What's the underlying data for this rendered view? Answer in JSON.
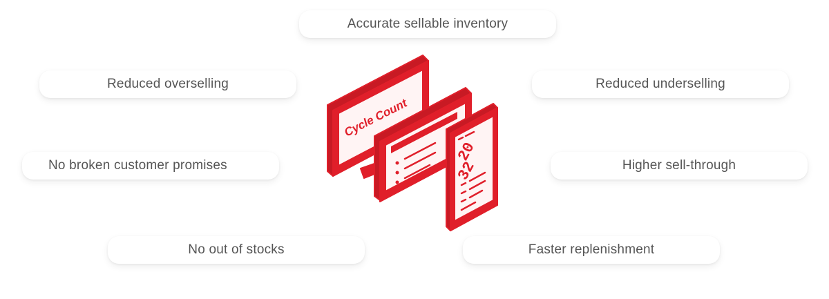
{
  "benefits": {
    "top": "Accurate sellable inventory",
    "left_1": "Reduced overselling",
    "right_1": "Reduced underselling",
    "left_2": "No broken customer promises",
    "right_2": "Higher sell-through",
    "left_3": "No out of stocks",
    "right_3": "Faster replenishment"
  },
  "illustration": {
    "monitor_label": "Cycle Count",
    "phone_digits_top": "20",
    "phone_digits_bottom": "32",
    "accent_color": "#e01f2a",
    "light_fill": "#fff4f4"
  }
}
